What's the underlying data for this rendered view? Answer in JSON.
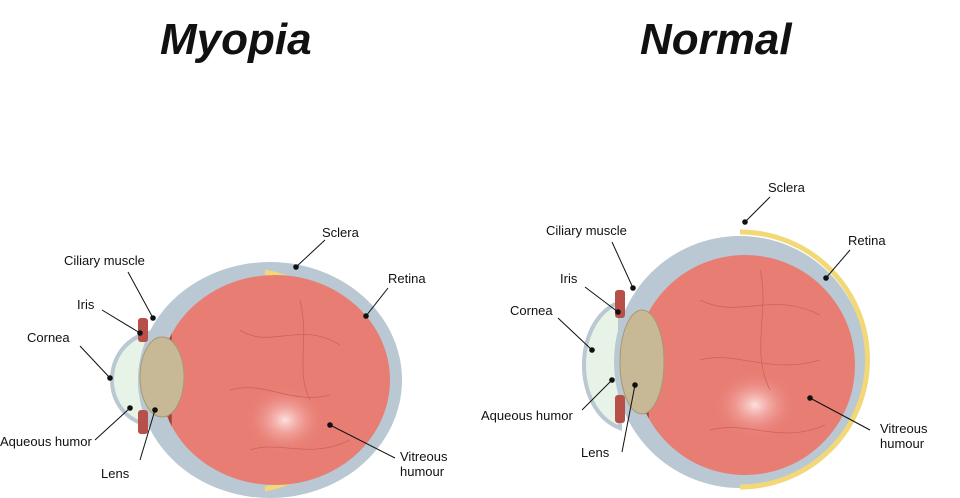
{
  "titles": {
    "left": "Myopia",
    "right": "Normal"
  },
  "labels": {
    "left": {
      "sclera": "Sclera",
      "retina": "Retina",
      "ciliary": "Ciliary muscle",
      "iris": "Iris",
      "cornea": "Cornea",
      "aqueous": "Aqueous humor",
      "lens": "Lens",
      "vitreous_1": "Vitreous",
      "vitreous_2": "humour"
    },
    "right": {
      "sclera": "Sclera",
      "retina": "Retina",
      "ciliary": "Ciliary muscle",
      "iris": "Iris",
      "cornea": "Cornea",
      "aqueous": "Aqueous humor",
      "lens": "Lens",
      "vitreous_1": "Vitreous",
      "vitreous_2": "humour"
    }
  },
  "colors": {
    "sclera": "#b9c8d2",
    "retina": "#f3d877",
    "vitreous": "#e87d73",
    "muscle": "#b8504a",
    "lens": "#c7b896",
    "cornea": "#e6f3e6"
  }
}
